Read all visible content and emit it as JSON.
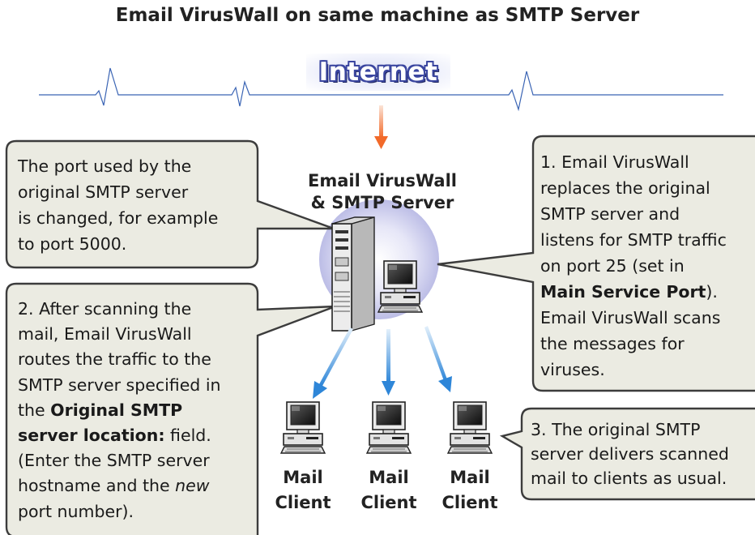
{
  "title": "Email VirusWall on same machine as SMTP Server",
  "internet_label": "Internet",
  "server_label": {
    "line1": "Email VirusWall",
    "line2": "& SMTP Server"
  },
  "clients": [
    {
      "line1": "Mail",
      "line2": "Client"
    },
    {
      "line1": "Mail",
      "line2": "Client"
    },
    {
      "line1": "Mail",
      "line2": "Client"
    }
  ],
  "callout_port": {
    "lines": [
      "The port used by the",
      "original SMTP server",
      "is changed, for example",
      "to port 5000."
    ]
  },
  "callout_1": {
    "l1": "1. Email VirusWall",
    "l2": "replaces the original",
    "l3": "SMTP server and",
    "l4": "listens for SMTP traffic",
    "l5": "on port 25 (set in",
    "l6_bold": "Main Service Port",
    "l6_end": ").",
    "l7": "Email VirusWall scans",
    "l8": "the messages for",
    "l9": "viruses."
  },
  "callout_2": {
    "l1": "2. After scanning the",
    "l2": "mail, Email VirusWall",
    "l3": "routes the traffic to the",
    "l4": "SMTP server specified in",
    "l5_start": "the ",
    "l5_bold": "Original SMTP",
    "l6_bold": "server location:",
    "l6_end": " field.",
    "l7": "(Enter the SMTP server",
    "l8_start": "hostname and the ",
    "l8_italic": "new",
    "l9": "port number)."
  },
  "callout_3": {
    "lines": [
      "3. The original SMTP",
      "server delivers scanned",
      "mail to clients as usual."
    ]
  },
  "colors": {
    "callout_fill": "#ebebe2",
    "callout_border": "#3c3c3c",
    "network_line": "#3a64b4",
    "internet_arrow": "#f26a2a",
    "client_arrow": "#2e86d8",
    "server_glow": "#c8c9ec"
  },
  "icons": [
    "server-tower-icon",
    "desktop-computer-icon"
  ]
}
